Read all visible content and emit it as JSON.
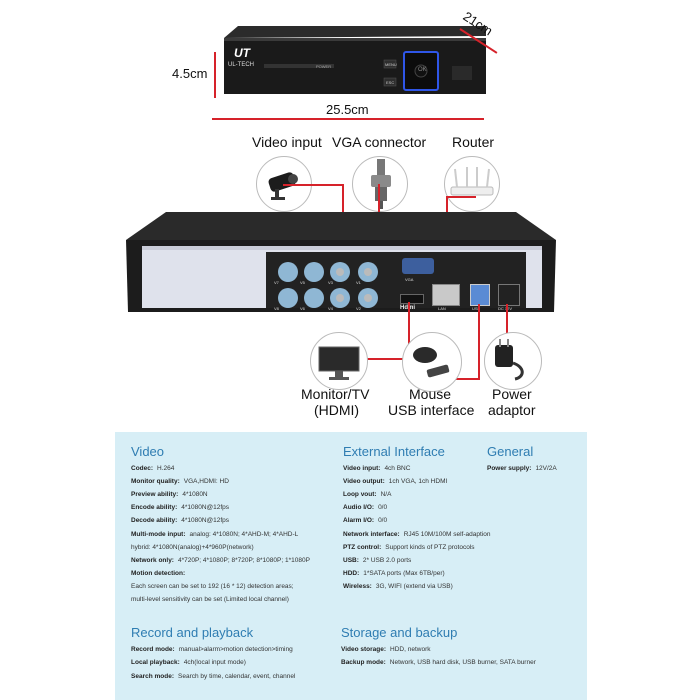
{
  "dimensions": {
    "height": "4.5cm",
    "depth": "21cm",
    "width": "25.5cm"
  },
  "front_panel": {
    "logo_text": "UL-TECH",
    "key_ok": "OK",
    "btn1": "MENU",
    "btn2": "ESC",
    "slot_label": "POWER"
  },
  "callouts": {
    "video_input": "Video input",
    "vga_connector": "VGA connector",
    "router": "Router",
    "monitor_line1": "Monitor/TV",
    "monitor_line2": "(HDMI)",
    "mouse_line1": "Mouse",
    "mouse_line2": "USB interface",
    "power_line1": "Power",
    "power_line2": "adaptor"
  },
  "rear_panel": {
    "port_labels": [
      "V7",
      "V5",
      "V3",
      "V1",
      "V8",
      "V6",
      "V4",
      "V2"
    ],
    "vga": "VGA",
    "hdmi": "Hdmi",
    "lan": "LAN",
    "usb": "USB",
    "dc": "DC 12V"
  },
  "specs": {
    "video": {
      "title": "Video",
      "rows": [
        {
          "k": "Codec:",
          "v": "H.264"
        },
        {
          "k": "Monitor quality:",
          "v": "VGA,HDMI: HD"
        },
        {
          "k": "Preview ability:",
          "v": "4*1080N"
        },
        {
          "k": "Encode ability:",
          "v": "4*1080N@12fps"
        },
        {
          "k": "Decode ability:",
          "v": "4*1080N@12fps"
        },
        {
          "k": "Multi-mode input:",
          "v": "analog: 4*1080N; 4*AHD-M; 4*AHD-L"
        },
        {
          "k": "",
          "v": "hybrid: 4*1080N(analog)+4*960P(network)"
        },
        {
          "k": "Network only:",
          "v": "4*720P; 4*1080P; 8*720P; 8*1080P; 1*1080P"
        },
        {
          "k": "Motion detection:",
          "v": ""
        },
        {
          "k": "",
          "v": "Each screen can be set to 192 (16 * 12) detection areas;"
        },
        {
          "k": "",
          "v": "multi-level sensitivity can be set (Limited local channel)"
        }
      ]
    },
    "external": {
      "title": "External Interface",
      "rows": [
        {
          "k": "Video input:",
          "v": "4ch BNC"
        },
        {
          "k": "Video output:",
          "v": "1ch VGA, 1ch HDMI"
        },
        {
          "k": "Loop vout:",
          "v": "N/A"
        },
        {
          "k": "Audio I/O:",
          "v": "0/0"
        },
        {
          "k": "Alarm I/O:",
          "v": "0/0"
        },
        {
          "k": "Network interface:",
          "v": "RJ45 10M/100M self-adaption"
        },
        {
          "k": "PTZ control:",
          "v": "Support kinds of PTZ protocols"
        },
        {
          "k": "USB:",
          "v": "2* USB 2.0 ports"
        },
        {
          "k": "HDD:",
          "v": "1*SATA ports (Max 6TB/per)"
        },
        {
          "k": "Wireless:",
          "v": "3G, WIFI (extend via USB)"
        }
      ]
    },
    "general": {
      "title": "General",
      "rows": [
        {
          "k": "Power supply:",
          "v": "12V/2A"
        }
      ]
    },
    "record": {
      "title": "Record and playback",
      "rows": [
        {
          "k": "Record mode:",
          "v": "manual>alarm>motion detection>timing"
        },
        {
          "k": "Local playback:",
          "v": "4ch(local input mode)"
        },
        {
          "k": "Search mode:",
          "v": "Search by time, calendar, event, channel"
        }
      ]
    },
    "storage": {
      "title": "Storage and backup",
      "rows": [
        {
          "k": "Video storage:",
          "v": "HDD, network"
        },
        {
          "k": "Backup mode:",
          "v": "Network, USB hard disk, USB burner, SATA burner"
        }
      ]
    }
  },
  "colors": {
    "accent_red": "#d6222a",
    "panel_bg": "#d7eef6",
    "heading_blue": "#2f7db2"
  }
}
